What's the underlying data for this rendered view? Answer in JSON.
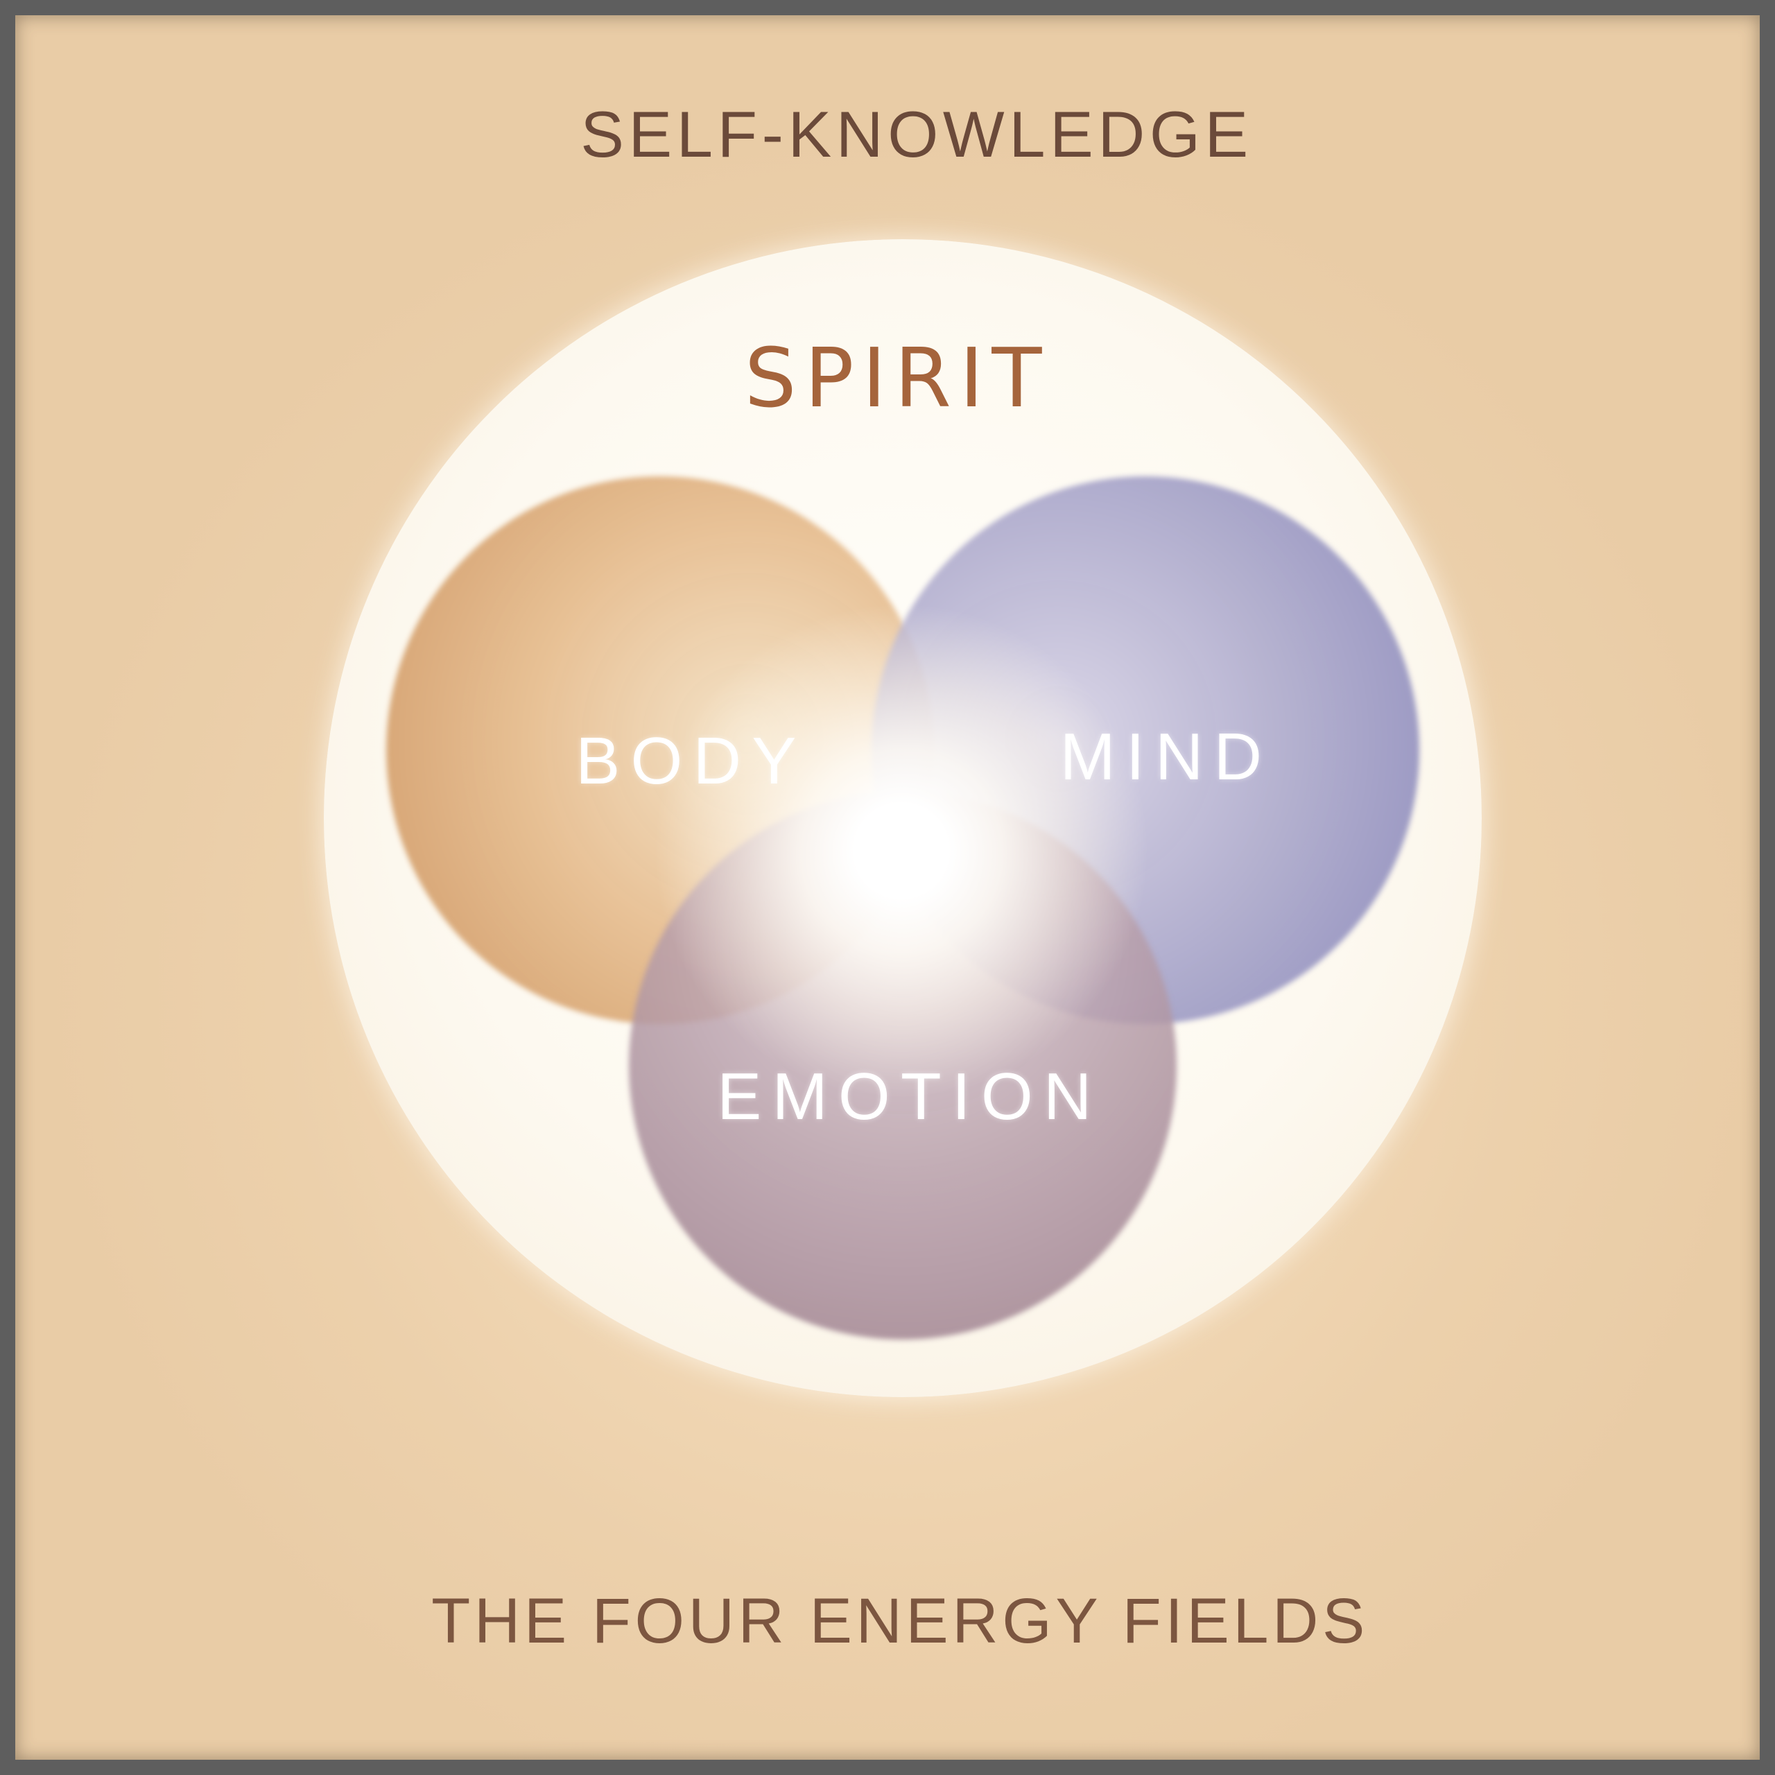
{
  "page": {
    "title": "SELF-KNOWLEDGE",
    "caption": "THE FOUR ENERGY FIELDS"
  },
  "diagram": {
    "outer": {
      "label": "SPIRIT"
    },
    "body": {
      "label": "BODY"
    },
    "mind": {
      "label": "MIND"
    },
    "emotion": {
      "label": "EMOTION"
    }
  },
  "colors": {
    "frame_border": "#5e5e5e",
    "background": "#ecd0ab",
    "spirit_circle_fill": "#fdf9f0",
    "body_circle": "#ce945c",
    "mind_circle": "#8685b9",
    "emotion_circle": "#9e818f",
    "title_text": "#6b4a3a",
    "spirit_text": "#a5643c",
    "field_label_text": "#ffffff",
    "caption_text": "#7c5640",
    "center_glow": "#ffffff"
  }
}
